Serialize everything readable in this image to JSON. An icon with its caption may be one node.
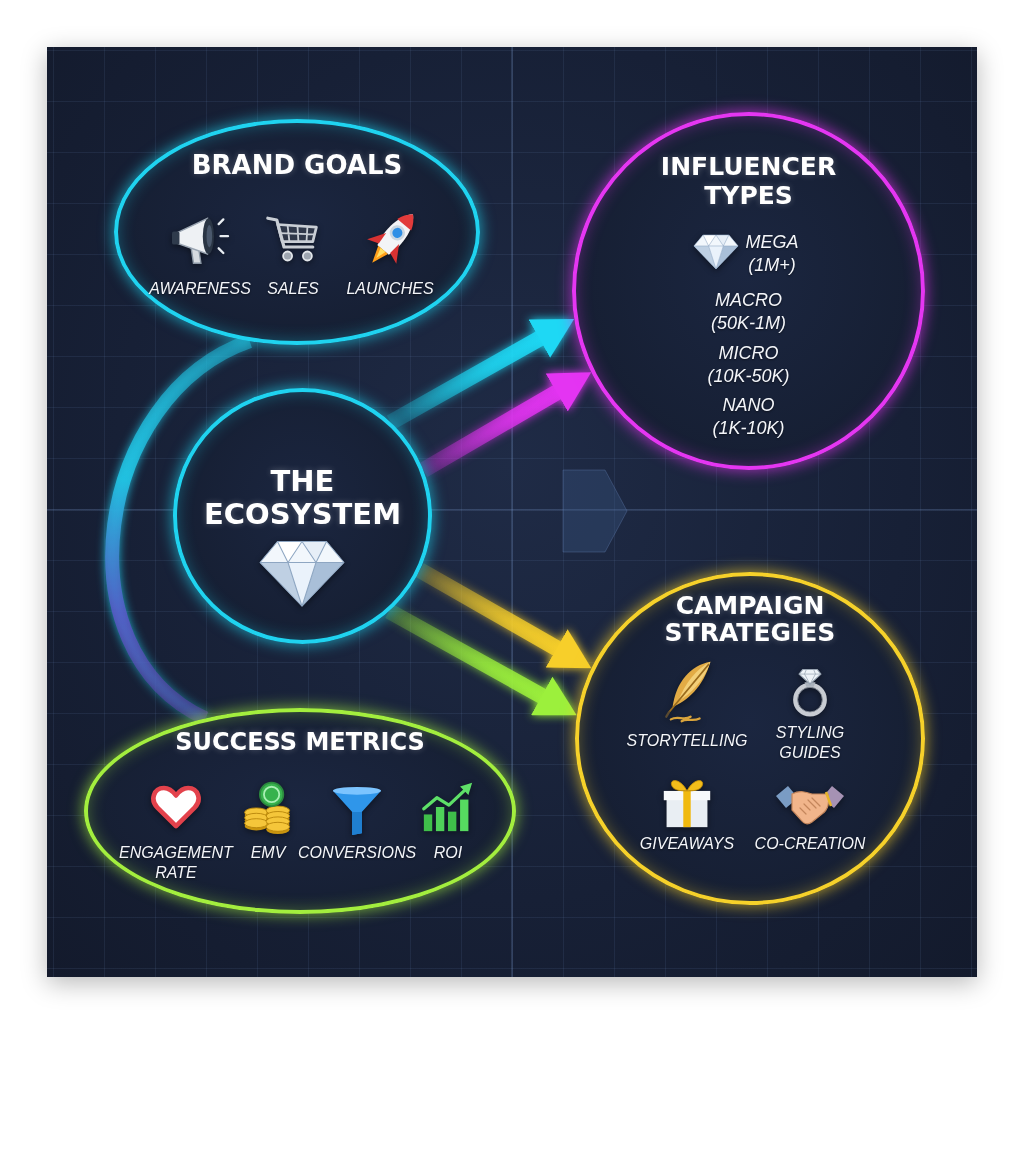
{
  "diagram": {
    "nodes": [
      {
        "text": [
          "BRAND GOALS",
          "AWARENESS",
          "SALES",
          "LAUNCHES"
        ]
      },
      {
        "text": [
          "INFLUENCER TYPES",
          "MEGA (1M+)",
          "MACRO (50K-1M)",
          "MICRO (10K-50K)",
          "NANO (1K-10K)"
        ]
      },
      {
        "text": [
          "THE ECOSYSTEM"
        ]
      },
      {
        "text": [
          "CAMPAIGN STRATEGIES",
          "STORYTELLING",
          "STYLING GUIDES",
          "GIVEAWAYS",
          "CO-CREATION"
        ]
      },
      {
        "text": [
          "SUCCESS METRICS",
          "ENGAGEMENT RATE",
          "EMV",
          "CONVERSIONS",
          "ROI"
        ]
      }
    ],
    "edges": [
      {
        "from": 2,
        "to": 1,
        "arrow": "to",
        "color": "#1ed8f4"
      },
      {
        "from": 2,
        "to": 1,
        "arrow": "to",
        "color": "#e434f2"
      },
      {
        "from": 2,
        "to": 3,
        "arrow": "to",
        "color": "#f7cf2a"
      },
      {
        "from": 2,
        "to": 3,
        "arrow": "to",
        "color": "#9cf03c"
      },
      {
        "from": 0,
        "to": 4,
        "arrow": "none",
        "color": "#22c4e4"
      }
    ]
  }
}
